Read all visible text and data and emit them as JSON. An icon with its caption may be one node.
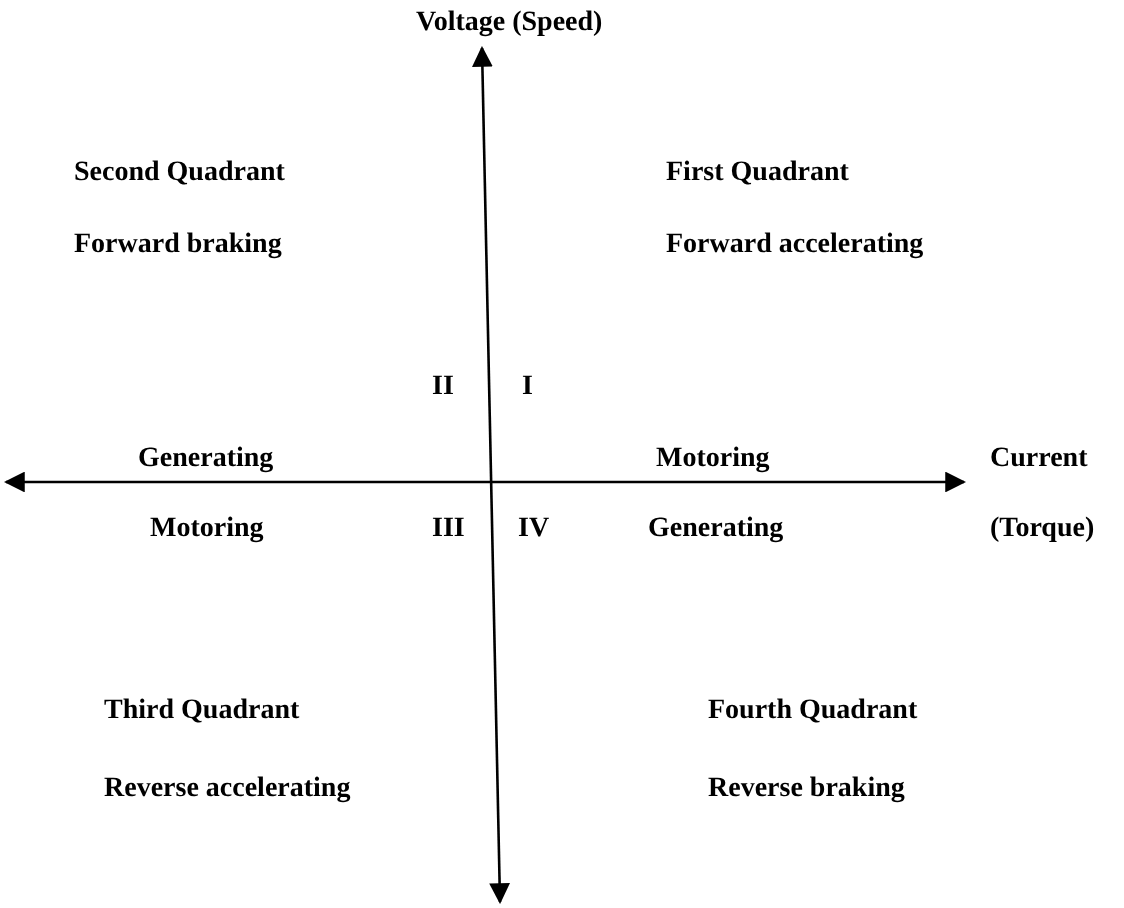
{
  "diagram": {
    "labels": [
      "Voltage (Speed)",
      "Second Quadrant",
      "First Quadrant",
      "Forward braking",
      "Forward accelerating",
      "II",
      "I",
      "Generating",
      "Motoring",
      "Current",
      "Motoring",
      "III",
      "IV",
      "Generating",
      "(Torque)",
      "Third Quadrant",
      "Fourth Quadrant",
      "Reverse accelerating",
      "Reverse braking"
    ]
  }
}
